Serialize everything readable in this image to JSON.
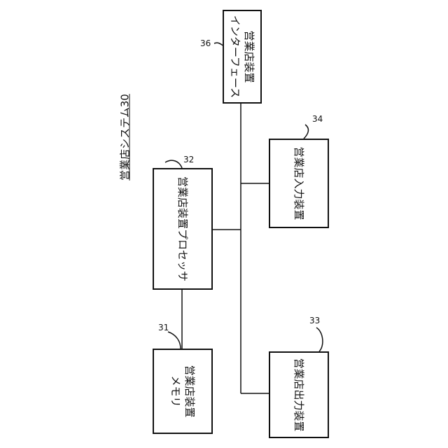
{
  "system_label": "営業店システム30",
  "boxes": {
    "interface": {
      "ref": "36",
      "line1": "営業店装置",
      "line2": "インターフェース"
    },
    "processor": {
      "ref": "32",
      "line1": "営業店装置プロセッサ"
    },
    "input": {
      "ref": "34",
      "line1": "営業店入力装置"
    },
    "memory": {
      "ref": "31",
      "line1": "営業店装置",
      "line2": "メモリ"
    },
    "output": {
      "ref": "33",
      "line1": "営業店出力装置"
    }
  }
}
